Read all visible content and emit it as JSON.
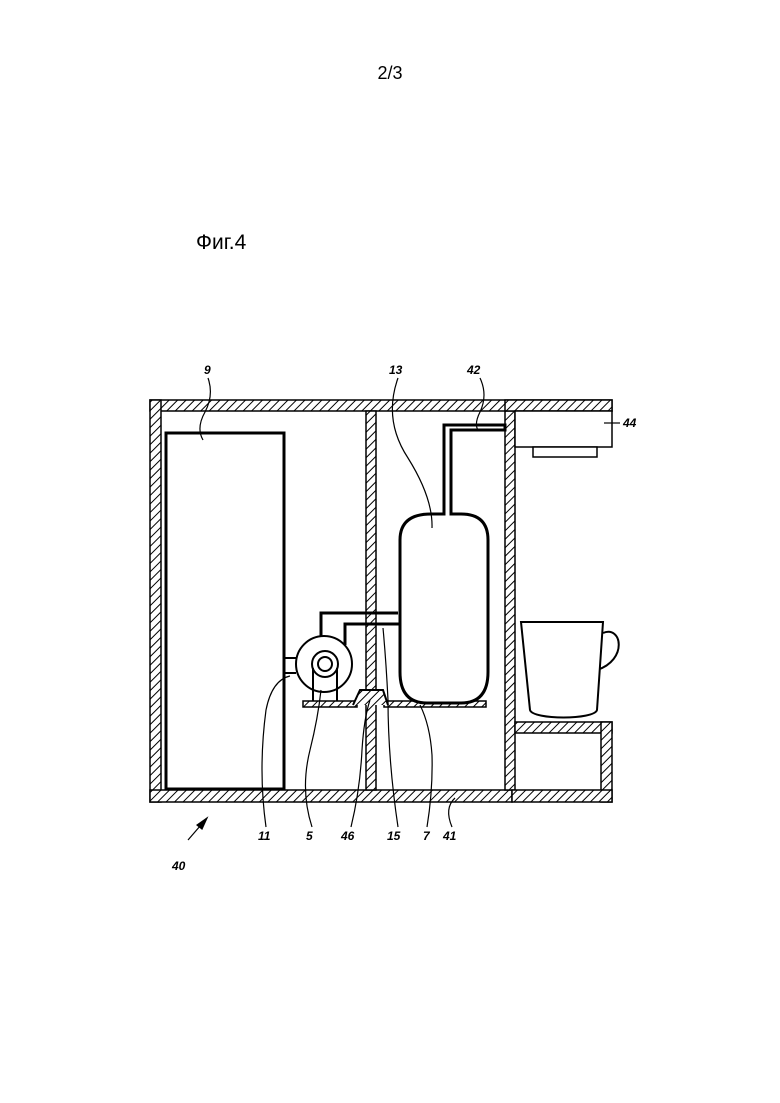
{
  "page_number": "2/3",
  "figure_title": "Фиг.4",
  "labels": {
    "r9": "9",
    "r13": "13",
    "r42": "42",
    "r44": "44",
    "r11": "11",
    "r5": "5",
    "r46": "46",
    "r15": "15",
    "r7": "7",
    "r41": "41",
    "r40": "40"
  },
  "colors": {
    "ink": "#000000",
    "paper": "#ffffff"
  }
}
